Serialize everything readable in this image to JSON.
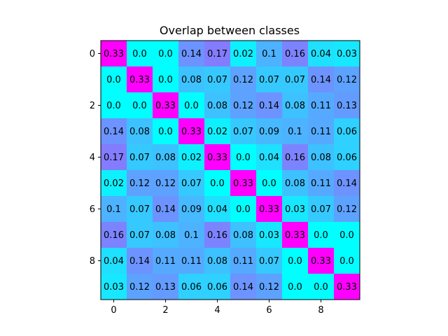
{
  "chart_data": {
    "type": "heatmap",
    "title": "Overlap between classes",
    "xlabel": "",
    "ylabel": "",
    "x_ticks": [
      "0",
      "2",
      "4",
      "6",
      "8"
    ],
    "y_ticks": [
      "0",
      "2",
      "4",
      "6",
      "8"
    ],
    "x_tick_indices": [
      0,
      2,
      4,
      6,
      8
    ],
    "y_tick_indices": [
      0,
      2,
      4,
      6,
      8
    ],
    "colormap": "cool",
    "vmin": 0.0,
    "vmax": 0.33,
    "matrix": [
      [
        "0.33",
        "0.0",
        "0.0",
        "0.14",
        "0.17",
        "0.02",
        "0.1",
        "0.16",
        "0.04",
        "0.03"
      ],
      [
        "0.0",
        "0.33",
        "0.0",
        "0.08",
        "0.07",
        "0.12",
        "0.07",
        "0.07",
        "0.14",
        "0.12"
      ],
      [
        "0.0",
        "0.0",
        "0.33",
        "0.0",
        "0.08",
        "0.12",
        "0.14",
        "0.08",
        "0.11",
        "0.13"
      ],
      [
        "0.14",
        "0.08",
        "0.0",
        "0.33",
        "0.02",
        "0.07",
        "0.09",
        "0.1",
        "0.11",
        "0.06"
      ],
      [
        "0.17",
        "0.07",
        "0.08",
        "0.02",
        "0.33",
        "0.0",
        "0.04",
        "0.16",
        "0.08",
        "0.06"
      ],
      [
        "0.02",
        "0.12",
        "0.12",
        "0.07",
        "0.0",
        "0.33",
        "0.0",
        "0.08",
        "0.11",
        "0.14"
      ],
      [
        "0.1",
        "0.07",
        "0.14",
        "0.09",
        "0.04",
        "0.0",
        "0.33",
        "0.03",
        "0.07",
        "0.12"
      ],
      [
        "0.16",
        "0.07",
        "0.08",
        "0.1",
        "0.16",
        "0.08",
        "0.03",
        "0.33",
        "0.0",
        "0.0"
      ],
      [
        "0.04",
        "0.14",
        "0.11",
        "0.11",
        "0.08",
        "0.11",
        "0.07",
        "0.0",
        "0.33",
        "0.0"
      ],
      [
        "0.03",
        "0.12",
        "0.13",
        "0.06",
        "0.06",
        "0.14",
        "0.12",
        "0.0",
        "0.0",
        "0.33"
      ]
    ]
  }
}
